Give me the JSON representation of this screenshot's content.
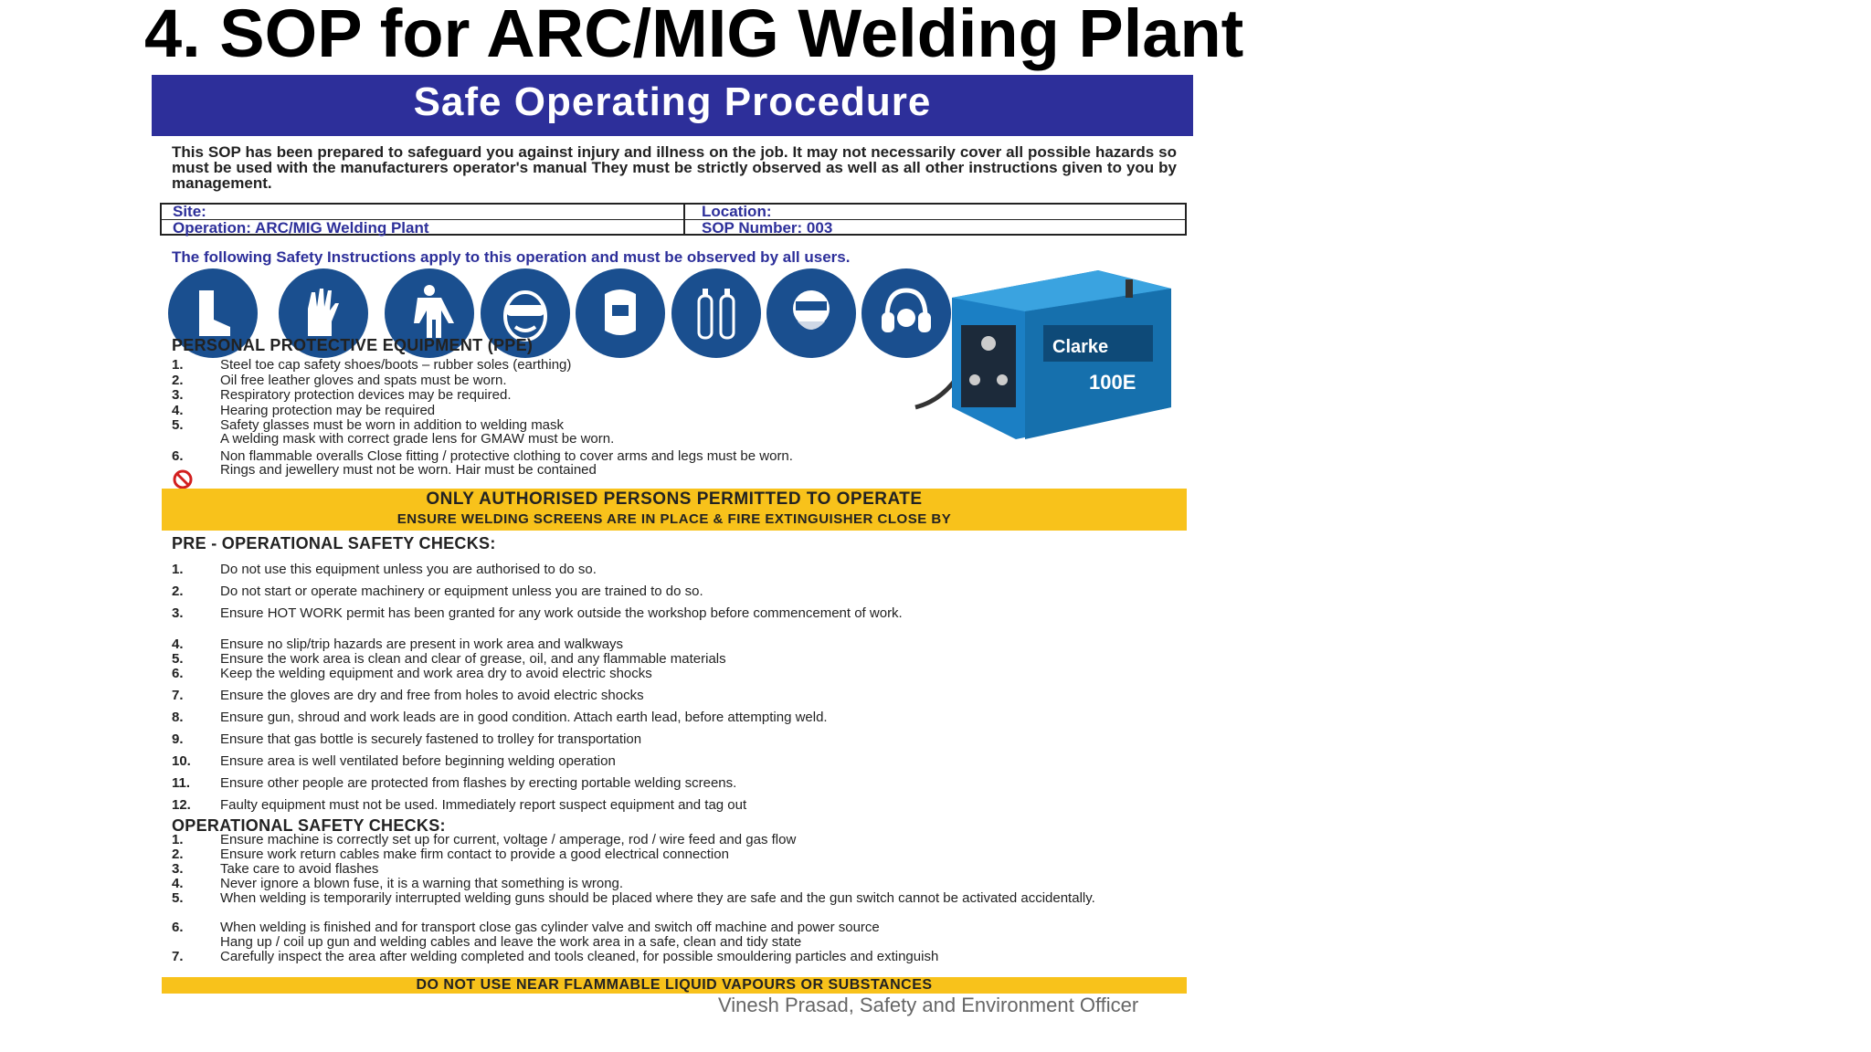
{
  "slide": {
    "title": "4.  SOP for ARC/MIG Welding Plant",
    "footer": "Vinesh Prasad, Safety and Environment Officer"
  },
  "sop": {
    "banner": "Safe Operating Procedure",
    "intro": "This SOP has been prepared to safeguard you against injury and illness on the job. It may not necessarily cover all possible hazards so must be used with the manufacturers operator's manual They must be strictly observed as well as all other instructions given to you by management.",
    "site_label": "Site:",
    "location_label": "Location:",
    "operation": "Operation: ARC/MIG Welding Plant",
    "sop_number": "SOP Number: 003",
    "apply_text": "The following Safety Instructions apply to this operation and must be observed by all users.",
    "icons": [
      "safety-boots-icon",
      "gloves-icon",
      "overalls-icon",
      "face-shield-icon",
      "welding-mask-icon",
      "gas-cylinders-icon",
      "respirator-icon",
      "ear-muffs-icon"
    ],
    "machine_brand": "Clarke",
    "machine_model": "100E",
    "ppe": {
      "heading": "PERSONAL PROTECTIVE EQUIPMENT (PPE)",
      "items": [
        {
          "num": "1.",
          "text": "Steel toe cap safety shoes/boots – rubber soles (earthing)"
        },
        {
          "num": "2.",
          "text": "Oil free leather gloves and spats must be worn."
        },
        {
          "num": "3.",
          "text": "Respiratory protection devices may be required."
        },
        {
          "num": "4.",
          "text": "Hearing protection may be required"
        },
        {
          "num": "5.",
          "text": "Safety glasses must be worn in addition to welding mask"
        },
        {
          "num": "",
          "text": "A welding mask with correct grade lens for GMAW must be worn."
        },
        {
          "num": "6.",
          "text": "Non flammable overalls Close fitting / protective clothing to cover arms and legs must be worn."
        },
        {
          "num": "",
          "text": "Rings and jewellery must not be worn. Hair must be contained"
        }
      ]
    },
    "warning1_line1": "ONLY AUTHORISED PERSONS PERMITTED TO OPERATE",
    "warning1_line2": "ENSURE WELDING SCREENS ARE IN PLACE & FIRE EXTINGUISHER CLOSE BY",
    "pre": {
      "heading": "PRE - OPERATIONAL SAFETY CHECKS:",
      "items": [
        {
          "num": "1.",
          "text": "Do not use this equipment unless you are authorised to do so."
        },
        {
          "num": "2.",
          "text": "Do not start or operate machinery or equipment unless you are trained to do so."
        },
        {
          "num": "3.",
          "text": "Ensure HOT WORK permit has been granted for any work outside the workshop before commencement of work."
        },
        {
          "num": "4.",
          "text": "Ensure no slip/trip hazards are present in work area and walkways"
        },
        {
          "num": "5.",
          "text": "Ensure the work area is clean and clear of grease, oil, and any flammable materials"
        },
        {
          "num": "6.",
          "text": "Keep the welding equipment and work area dry to avoid electric shocks"
        },
        {
          "num": "7.",
          "text": "Ensure the gloves are dry and free from holes to avoid electric shocks"
        },
        {
          "num": "8.",
          "text": "Ensure gun, shroud and work leads are in good condition. Attach earth lead, before attempting weld."
        },
        {
          "num": "9.",
          "text": "Ensure that gas bottle is securely fastened to trolley for transportation"
        },
        {
          "num": "10.",
          "text": "Ensure area is well ventilated before beginning welding operation"
        },
        {
          "num": "11.",
          "text": "Ensure other people are protected from flashes by erecting portable welding screens."
        },
        {
          "num": "12.",
          "text": "Faulty equipment must not be used. Immediately report suspect equipment and tag out"
        }
      ]
    },
    "op": {
      "heading": "OPERATIONAL SAFETY CHECKS:",
      "items": [
        {
          "num": "1.",
          "text": "Ensure machine is correctly set up for current, voltage / amperage, rod / wire feed and gas flow"
        },
        {
          "num": "2.",
          "text": "Ensure work return cables make firm contact to provide a good electrical connection"
        },
        {
          "num": "3.",
          "text": "Take care to avoid flashes"
        },
        {
          "num": "4.",
          "text": "Never ignore a blown fuse, it is a warning that something is wrong."
        },
        {
          "num": "5.",
          "text": "When welding is temporarily interrupted welding guns should be placed where they are safe and the gun switch cannot be activated accidentally."
        },
        {
          "num": "6.",
          "text": "When welding is finished and for transport close gas cylinder valve and switch off machine and power source"
        },
        {
          "num": "",
          "text": "Hang up / coil up gun and welding cables and leave the work area in a safe, clean and tidy state"
        },
        {
          "num": "7.",
          "text": "Carefully inspect the area after welding completed and tools cleaned, for possible smouldering particles and extinguish"
        }
      ]
    },
    "warning2": "DO NOT USE NEAR FLAMMABLE LIQUID VAPOURS OR SUBSTANCES"
  }
}
